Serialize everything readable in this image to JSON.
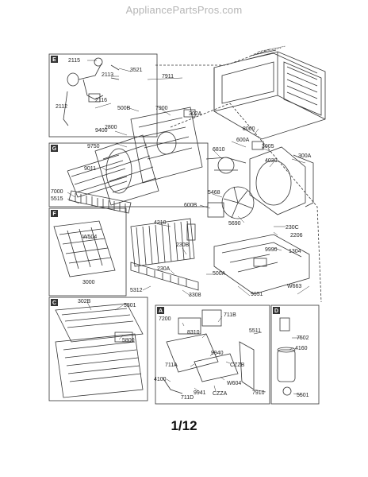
{
  "site_title": "AppliancePartsPros.com",
  "page_number": "1/12",
  "sections": [
    {
      "id": "sec-e",
      "letter": "E"
    },
    {
      "id": "sec-g",
      "letter": "G"
    },
    {
      "id": "sec-f",
      "letter": "F"
    },
    {
      "id": "sec-c",
      "letter": "C"
    },
    {
      "id": "sec-a",
      "letter": "A"
    },
    {
      "id": "sec-d",
      "letter": "D"
    }
  ],
  "part_labels": [
    "2115",
    "2113",
    "3521",
    "7911",
    "2112",
    "2116",
    "500B",
    "7900",
    "302A",
    "9400",
    "2800",
    "9750",
    "9011",
    "7000",
    "5515",
    "6810",
    "600A",
    "8000",
    "3005",
    "4030",
    "300A",
    "5468",
    "600B",
    "4210",
    "5690",
    "230C",
    "2206",
    "W504",
    "3000",
    "230B",
    "1304",
    "230A",
    "500A",
    "5312",
    "3308",
    "9951",
    "W663",
    "302B",
    "5301",
    "5800",
    "7200",
    "8310",
    "711B",
    "5511",
    "9940",
    "CZZB",
    "7502",
    "4160",
    "711A",
    "W604",
    "4100",
    "9941",
    "CZZA",
    "711D",
    "7910",
    "5501",
    "9990"
  ]
}
